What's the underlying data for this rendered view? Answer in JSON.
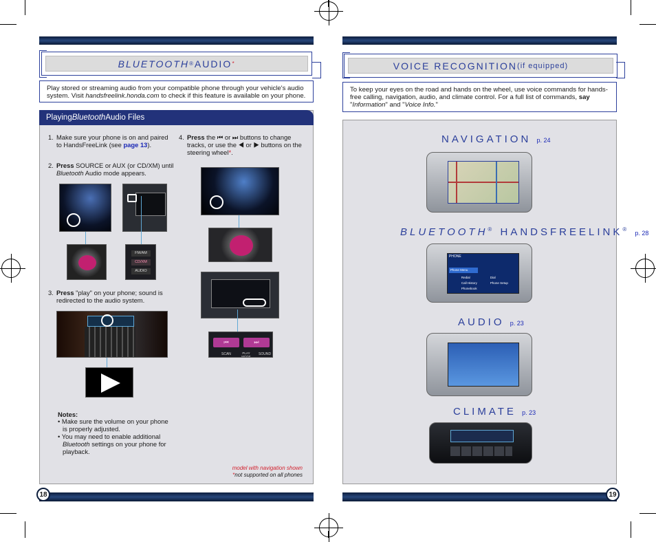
{
  "left": {
    "title_main": "BLUETOOTH",
    "title_reg": "®",
    "title_rest": " AUDIO",
    "title_star": "*",
    "intro_a": "Play stored or streaming audio from your compatible phone through your vehicle's audio system. Visit ",
    "intro_link": "handsfreelink.honda.com",
    "intro_b": " to check if this feature is available on your phone.",
    "section_a": "Playing ",
    "section_b": "Bluetooth",
    "section_c": " Audio Files",
    "step1_num": "1.",
    "step1_a": "Make sure your phone is on and paired to HandsFreeLink (see ",
    "step1_link": "page 13",
    "step1_b": ").",
    "step2_num": "2.",
    "step2_bold": "Press",
    "step2_a": " SOURCE or AUX (or CD/XM) until ",
    "step2_it": "Bluetooth",
    "step2_b": " Audio mode appears.",
    "step3_num": "3.",
    "step3_bold": "Press",
    "step3_a": " \"play\" on your phone; sound is redirected to the audio system.",
    "step4_num": "4.",
    "step4_bold": "Press",
    "step4_a": " the ",
    "step4_b": " or ",
    "step4_c": " buttons to change tracks, or use the ",
    "step4_d": " or ",
    "step4_e": " buttons on the steering wheel",
    "step4_star": "*",
    "step4_f": ".",
    "notes_head": "Notes:",
    "note1": "• Make sure the volume on your phone is properly adjusted.",
    "note2_a": "• You may need to enable additional ",
    "note2_it": "Bluetooth",
    "note2_b": " settings on your phone for playback.",
    "foot1": "model with navigation shown",
    "foot2_star": "*",
    "foot2": "not supported on all phones",
    "page": "18",
    "btn_fmam": "FM/AM",
    "btn_cdxm": "CD/XM",
    "btn_audio": "AUDIO",
    "scan": "SCAN",
    "play": "PLAY MODE",
    "sound": "SOUND"
  },
  "right": {
    "title_a": "VOICE RECOGNITION",
    "title_b": " (if equipped)",
    "intro_a": "To keep your eyes on the road and hands on the wheel, use voice commands for hands-free calling, navigation, audio, and climate control. For a full list of commands, ",
    "intro_bold": "say",
    "intro_b": " \"",
    "intro_it1": "Information",
    "intro_c": "\" and \"",
    "intro_it2": "Voice Info.",
    "intro_d": "\"",
    "nav": "NAVIGATION",
    "nav_page": "p. 24",
    "bt_a": "BLUETOOTH",
    "bt_reg": "®",
    "bt_b": " HANDSFREELINK",
    "bt_reg2": "®",
    "bt_page": "p. 28",
    "audio": "AUDIO",
    "audio_page": "p. 23",
    "climate": "CLIMATE",
    "climate_page": "p. 23",
    "phone_label": "PHONE",
    "phone_menu": "Phone Menu",
    "redial": "Redial",
    "dial": "Dial",
    "call_history": "Call History",
    "phone_setup": "Phone Setup",
    "phonebook": "Phonebook",
    "page": "19"
  }
}
